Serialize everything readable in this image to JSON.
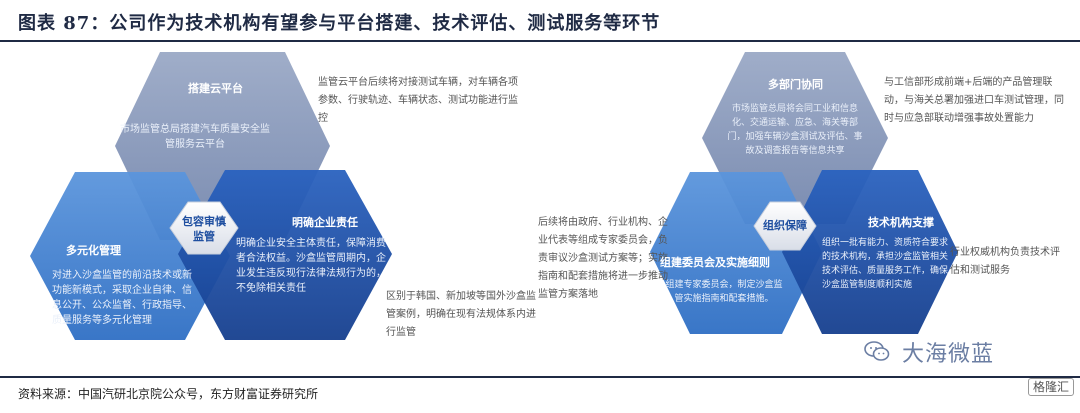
{
  "title": "图表 87：公司作为技术机构有望参与平台搭建、技术评估、测试服务等环节",
  "left": {
    "hub": "包容审慎监管",
    "top": {
      "head": "搭建云平台",
      "body": "市场监管总局搭建汽车质量安全监管服务云平台",
      "note": "监管云平台后续将对接测试车辆，对车辆各项参数、行驶轨迹、车辆状态、测试功能进行监控"
    },
    "left": {
      "head": "多元化管理",
      "body": "对进入沙盒监管的前沿技术或新功能新模式，采取企业自律、信息公开、公众监督、行政指导、质量服务等多元化管理"
    },
    "right": {
      "head": "明确企业责任",
      "body": "明确企业安全主体责任，保障消费者合法权益。沙盒监管周期内，企业发生违反现行法律法规行为的，不免除相关责任",
      "note": "区别于韩国、新加坡等国外沙盒监管案例，明确在现有法规体系内进行监管"
    }
  },
  "middle_note": "后续将由政府、行业机构、企业代表等组成专家委员会，负责审议沙盒测试方案等；实施指南和配套措施将进一步推动监管方案落地",
  "right": {
    "hub": "组织保障",
    "top": {
      "head": "多部门协同",
      "body": "市场监管总局将会同工业和信息化、交通运输、应急、海关等部门，加强车辆沙盒测试及评估、事故及调查报告等信息共享",
      "note": "与工信部形成前端+后端的产品管理联动，与海关总署加强进口车测试管理，同时与应急部联动增强事故处置能力"
    },
    "left": {
      "head": "组建委员会及实施细则",
      "body": "组建专家委员会，制定沙盒监管实施指南和配套措施。"
    },
    "right": {
      "head": "技术机构支撑",
      "body": "组织一批有能力、资质符合要求的技术机构，承担沙盒监管相关技术评估、质量服务工作，确保沙盒监管制度顺利实施",
      "note": "行业权威机构负责技术评估和测试服务"
    }
  },
  "watermark": "大海微蓝",
  "badge": "格隆汇",
  "source": "资料来源：中国汽研北京院公众号，东方财富证券研究所",
  "colors": {
    "hex_gray": "#7e8fb3",
    "hex_navy": "#1f4fa6",
    "hex_blue": "#3f7fd0",
    "hub_bg": "#f2f4f8",
    "title": "#1f2a44"
  }
}
